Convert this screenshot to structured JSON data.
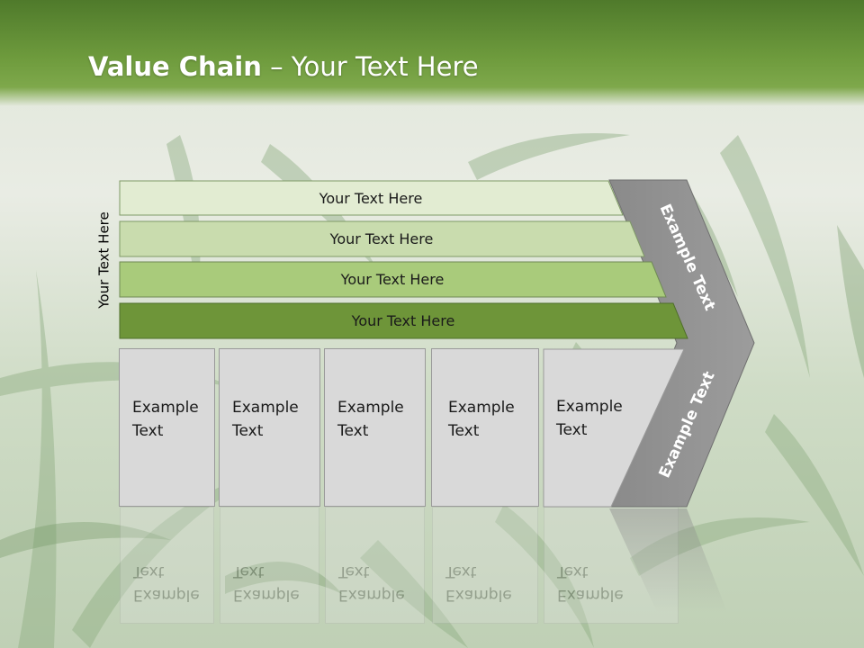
{
  "slide": {
    "title_bold": "Value Chain",
    "title_rest": " – Your Text Here",
    "side_label": "Your Text Here"
  },
  "bands": [
    {
      "label": "Your Text Here",
      "fill": "#e2ecd2"
    },
    {
      "label": "Your Text Here",
      "fill": "#c9dcae"
    },
    {
      "label": "Your Text Here",
      "fill": "#a9cb7b"
    },
    {
      "label": "Your Text Here",
      "fill": "#6e9539"
    }
  ],
  "boxes": [
    {
      "line1": "Example",
      "line2": "Text"
    },
    {
      "line1": "Example",
      "line2": "Text"
    },
    {
      "line1": "Example",
      "line2": "Text"
    },
    {
      "line1": "Example",
      "line2": "Text"
    },
    {
      "line1": "Example",
      "line2": "Text"
    }
  ],
  "arrow": {
    "upper_label": "Example Text",
    "lower_label": "Example Text",
    "fill": "#8c8c8c"
  }
}
